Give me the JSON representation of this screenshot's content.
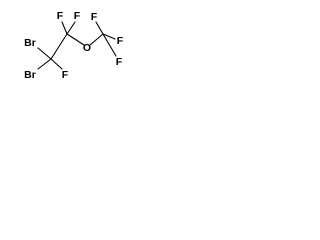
{
  "molecule": {
    "atoms": {
      "f_top_left": "F",
      "f_top_right": "F",
      "o_ether": "O",
      "f_cf3_top": "F",
      "f_cf3_right": "F",
      "f_cf3_bottom": "F",
      "br_upper": "Br",
      "br_lower": "Br",
      "f_lower": "F"
    },
    "colors": {
      "bond": "#000000",
      "label": "#000000",
      "background": "#ffffff"
    }
  }
}
